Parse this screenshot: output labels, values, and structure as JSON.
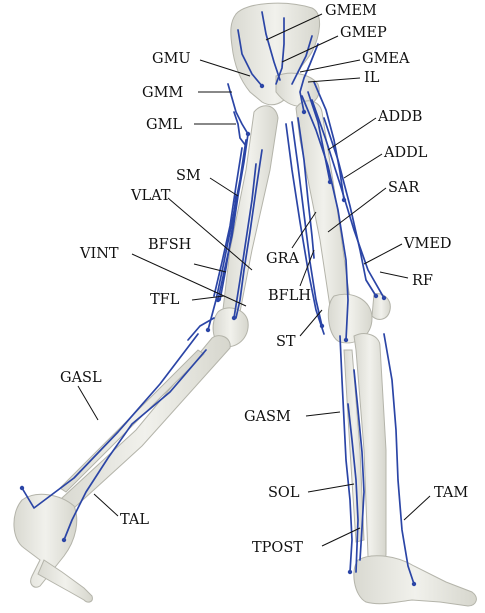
{
  "colors": {
    "background": "#ffffff",
    "bone_fill": "#e9e9e2",
    "bone_edge": "#b8b8ae",
    "muscle_path": "#2b45a6",
    "label_text": "#111111",
    "leader_line": "#111111"
  },
  "labels": {
    "gmem": "GMEM",
    "gmep": "GMEP",
    "gmu": "GMU",
    "gmea": "GMEA",
    "il": "IL",
    "gmm": "GMM",
    "gml": "GML",
    "addb": "ADDB",
    "addl": "ADDL",
    "sm": "SM",
    "vlat": "VLAT",
    "sar": "SAR",
    "vmed": "VMED",
    "vint": "VINT",
    "bfsh": "BFSH",
    "gra": "GRA",
    "rf": "RF",
    "tfl": "TFL",
    "bflh": "BFLH",
    "st": "ST",
    "gasl": "GASL",
    "gasm": "GASM",
    "sol": "SOL",
    "tam": "TAM",
    "tal": "TAL",
    "tpost": "TPOST"
  }
}
